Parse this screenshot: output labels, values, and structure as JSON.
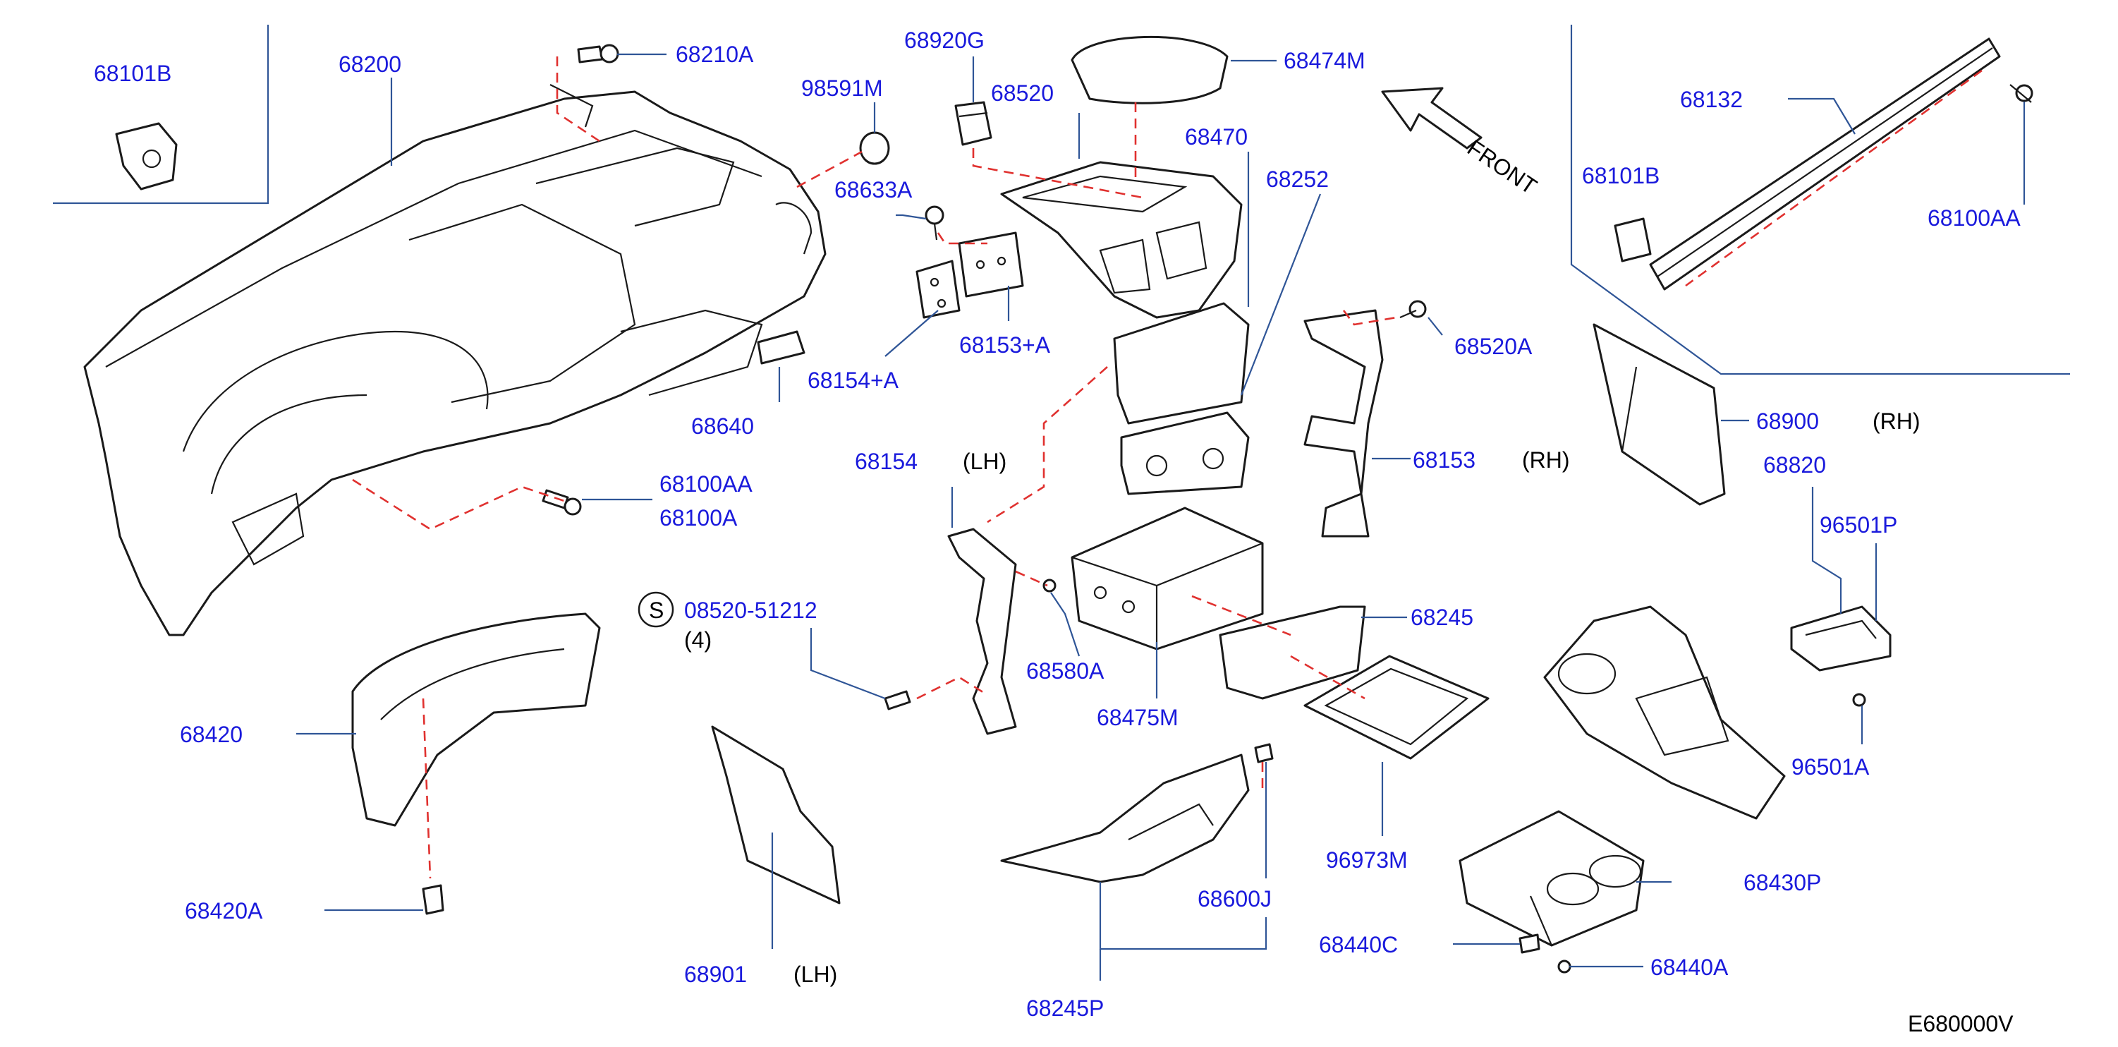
{
  "labels": {
    "p68101B_left": "68101B",
    "p68200": "68200",
    "p68210A": "68210A",
    "p98591M": "98591M",
    "p68920G": "68920G",
    "p68520": "68520",
    "p68474M": "68474M",
    "front": "FRONT",
    "p68132": "68132",
    "p68101B_right": "68101B",
    "p68100AA_right": "68100AA",
    "p68470": "68470",
    "p68633A": "68633A",
    "p68252": "68252",
    "p68153A": "68153+A",
    "p68154A": "68154+A",
    "p68520A": "68520A",
    "p68640": "68640",
    "p68900": "68900",
    "rh_68900": "(RH)",
    "p68100AA_left": "68100AA",
    "p68100A": "68100A",
    "p68154": "68154",
    "lh_68154": "(LH)",
    "p68153": "68153",
    "rh_68153": "(RH)",
    "p68820": "68820",
    "p96501P": "96501P",
    "s_symbol": "S",
    "p08520_51212": "08520-51212",
    "qty_4": "(4)",
    "p68580A": "68580A",
    "p68245": "68245",
    "p68475M": "68475M",
    "p68420": "68420",
    "p96501A": "96501A",
    "p96973M": "96973M",
    "p68430P": "68430P",
    "p68420A": "68420A",
    "p68600J": "68600J",
    "p68440C": "68440C",
    "p68440A": "68440A",
    "p68901": "68901",
    "lh_68901": "(LH)",
    "p68245P": "68245P",
    "diagram_code": "E680000V"
  },
  "colors": {
    "part_number": "#1a1adc",
    "leader_line": "#2f5597",
    "dashed_line": "#e0312f",
    "outline": "#1a1a1a"
  }
}
